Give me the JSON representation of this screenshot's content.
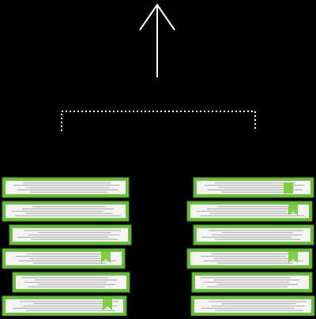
{
  "colors": {
    "background": "#000000",
    "cover": "#6abf3a",
    "cover_dark": "#4e9a22",
    "pages": "#f4f4f4",
    "page_lines": "#9a9a9a",
    "bookmark": "#7dd13f",
    "arrow": "#ffffff",
    "bracket": "#ffffff"
  },
  "arrow": {
    "icon": "arrow-up-icon",
    "direction": "up"
  },
  "bracket": {
    "icon": "dotted-bracket",
    "style": "dotted"
  },
  "stacks": [
    {
      "name": "left-book-stack",
      "books": [
        {
          "bookmark": "none"
        },
        {
          "bookmark": "none"
        },
        {
          "bookmark": "none"
        },
        {
          "bookmark": "ribbon"
        },
        {
          "bookmark": "none"
        },
        {
          "bookmark": "ribbon"
        }
      ]
    },
    {
      "name": "right-book-stack",
      "books": [
        {
          "bookmark": "tab"
        },
        {
          "bookmark": "ribbon"
        },
        {
          "bookmark": "none"
        },
        {
          "bookmark": "ribbon"
        },
        {
          "bookmark": "none"
        },
        {
          "bookmark": "none"
        }
      ]
    }
  ]
}
